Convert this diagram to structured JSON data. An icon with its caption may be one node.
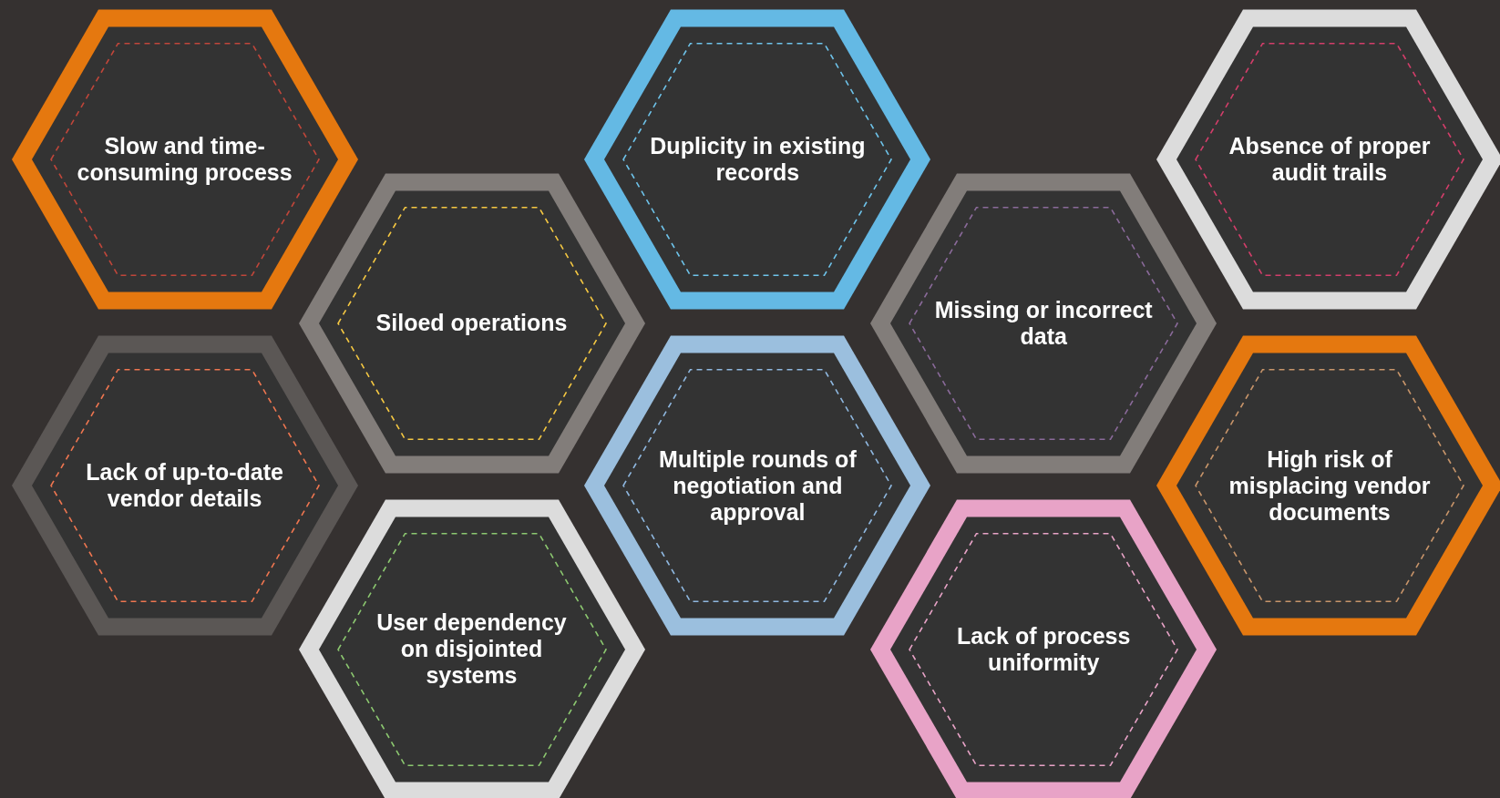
{
  "diagram": {
    "nodes": [
      {
        "text": [
          "Slow and time-consuming process"
        ]
      },
      {
        "text": [
          "Duplicity in existing records"
        ]
      },
      {
        "text": [
          "Absence of proper audit trails"
        ]
      },
      {
        "text": [
          "Siloed operations"
        ]
      },
      {
        "text": [
          "Missing or incorrect data"
        ]
      },
      {
        "text": [
          "Lack of up-to-date vendor details"
        ]
      },
      {
        "text": [
          "Multiple rounds of negotiation and approval"
        ]
      },
      {
        "text": [
          "High risk of misplacing vendor documents"
        ]
      },
      {
        "text": [
          "User dependency on disjointed systems"
        ]
      },
      {
        "text": [
          "Lack of process uniformity"
        ]
      }
    ]
  }
}
